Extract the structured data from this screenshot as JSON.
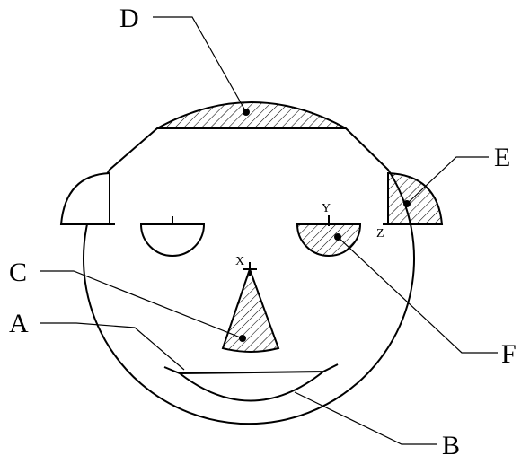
{
  "labels": {
    "a": "A",
    "b": "B",
    "c": "C",
    "d": "D",
    "e": "E",
    "f": "F",
    "x": "X",
    "y": "Y",
    "z": "Z"
  },
  "colors": {
    "stroke": "#000000",
    "background": "#ffffff"
  },
  "fill_pattern": "diagonal-hatch",
  "hatched_regions": [
    "C",
    "D",
    "E",
    "F"
  ]
}
